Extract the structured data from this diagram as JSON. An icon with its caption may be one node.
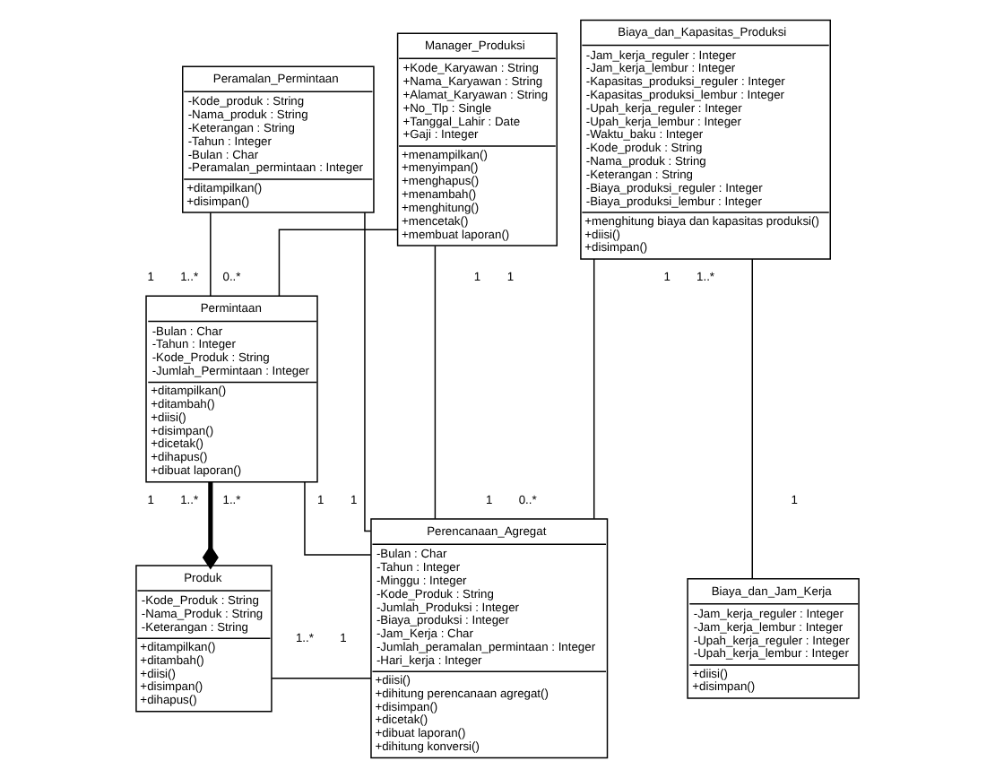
{
  "diagram": {
    "nodes": [
      {
        "text": [
          "Peramalan_Permintaan",
          "-Kode_produk : String",
          "-Nama_produk : String",
          "-Keterangan : String",
          "-Tahun : Integer",
          "-Bulan : Char",
          "-Peramalan_permintaan : Integer",
          "+ditampilkan()",
          "+disimpan()"
        ]
      },
      {
        "text": [
          "Manager_Produksi",
          "+Kode_Karyawan : String",
          "+Nama_Karyawan : String",
          "+Alamat_Karyawan : String",
          "+No_Tlp : Single",
          "+Tanggal_Lahir : Date",
          "+Gaji : Integer",
          "+menampilkan()",
          "+menyimpan()",
          "+menghapus()",
          "+menambah()",
          "+menghitung()",
          "+mencetak()",
          "+membuat laporan()"
        ]
      },
      {
        "text": [
          "Biaya_dan_Kapasitas_Produksi",
          "-Jam_kerja_reguler : Integer",
          "-Jam_kerja_lembur : Integer",
          "-Kapasitas_produksi_reguler : Integer",
          "-Kapasitas_produksi_lembur : Integer",
          "-Upah_kerja_reguler : Integer",
          "-Upah_kerja_lembur : Integer",
          "-Waktu_baku : Integer",
          "-Kode_produk : String",
          "-Nama_produk : String",
          "-Keterangan : String",
          "-Biaya_produksi_reguler : Integer",
          "-Biaya_produksi_lembur : Integer",
          "+menghitung biaya dan kapasitas produksi()",
          "+diisi()",
          "+disimpan()"
        ]
      },
      {
        "text": [
          "Permintaan",
          "-Bulan : Char",
          "-Tahun : Integer",
          "-Kode_Produk : String",
          "-Jumlah_Permintaan : Integer",
          "+ditampilkan()",
          "+ditambah()",
          "+diisi()",
          "+disimpan()",
          "+dicetak()",
          "+dihapus()",
          "+dibuat laporan()"
        ]
      },
      {
        "text": [
          "Perencanaan_Agregat",
          "-Bulan : Char",
          "-Tahun : Integer",
          "-Minggu : Integer",
          "-Kode_Produk : String",
          "-Jumlah_Produksi : Integer",
          "-Biaya_produksi : Integer",
          "-Jam_Kerja : Char",
          "-Jumlah_peramalan_permintaan : Integer",
          "-Hari_kerja : Integer",
          "+diisi()",
          "+dihitung perencanaan agregat()",
          "+disimpan()",
          "+dicetak()",
          "+dibuat laporan()",
          "+dihitung konversi()"
        ]
      },
      {
        "text": [
          "Produk",
          "-Kode_Produk : String",
          "-Nama_Produk : String",
          "-Keterangan : String",
          "+ditampilkan()",
          "+ditambah()",
          "+diisi()",
          "+disimpan()",
          "+dihapus()"
        ]
      },
      {
        "text": [
          "Biaya_dan_Jam_Kerja",
          "-Jam_kerja_reguler : Integer",
          "-Jam_kerja_lembur : Integer",
          "-Upah_kerja_reguler : Integer",
          "-Upah_kerja_lembur : Integer",
          "+diisi()",
          "+disimpan()"
        ]
      }
    ],
    "edges": [
      {
        "from": 0,
        "to": 3,
        "arrow": "none"
      },
      {
        "from": 0,
        "to": 4,
        "arrow": "none"
      },
      {
        "from": 1,
        "to": 3,
        "arrow": "none"
      },
      {
        "from": 1,
        "to": 4,
        "arrow": "none"
      },
      {
        "from": 3,
        "to": 4,
        "arrow": "none"
      },
      {
        "from": 2,
        "to": 4,
        "arrow": "none"
      },
      {
        "from": 2,
        "to": 6,
        "arrow": "none"
      },
      {
        "from": 3,
        "to": 5,
        "arrow": "other",
        "style": "thick"
      },
      {
        "from": 5,
        "to": 4,
        "arrow": "none"
      }
    ],
    "labels": [
      "1",
      "1..*",
      "1",
      "1",
      "0..*",
      "1..*",
      "1",
      "1..*",
      "1",
      "1",
      "0..*",
      "1..*",
      "1",
      "1",
      "1",
      "1..*",
      "1"
    ]
  }
}
